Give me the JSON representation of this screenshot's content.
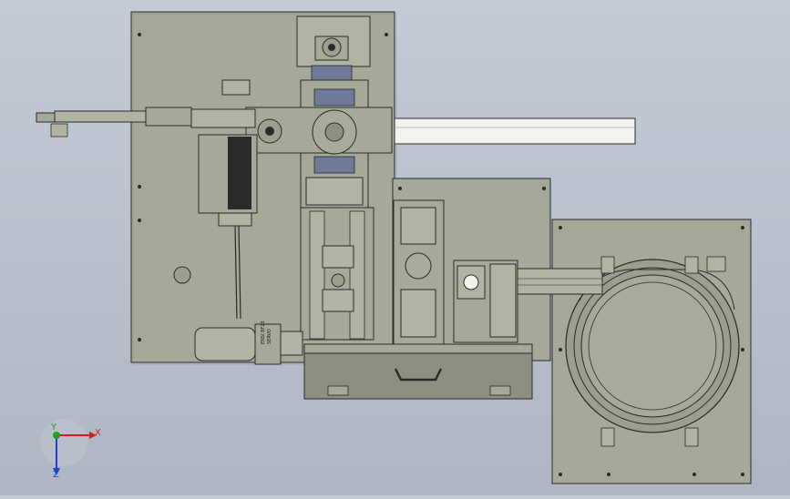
{
  "viewport": {
    "background_top": "#c4cbd7",
    "background_bottom": "#aeb6c4",
    "model_fill": "#a6a899",
    "model_stroke": "#2b2b2b"
  },
  "motor_label": {
    "line1": "ENSI 8F23",
    "line2": "SERVO"
  },
  "triad": {
    "x_label": "X",
    "y_label": "Y",
    "z_label": "Z",
    "x_color": "#d11f1f",
    "y_color": "#18a318",
    "z_color": "#1f3fd1"
  }
}
